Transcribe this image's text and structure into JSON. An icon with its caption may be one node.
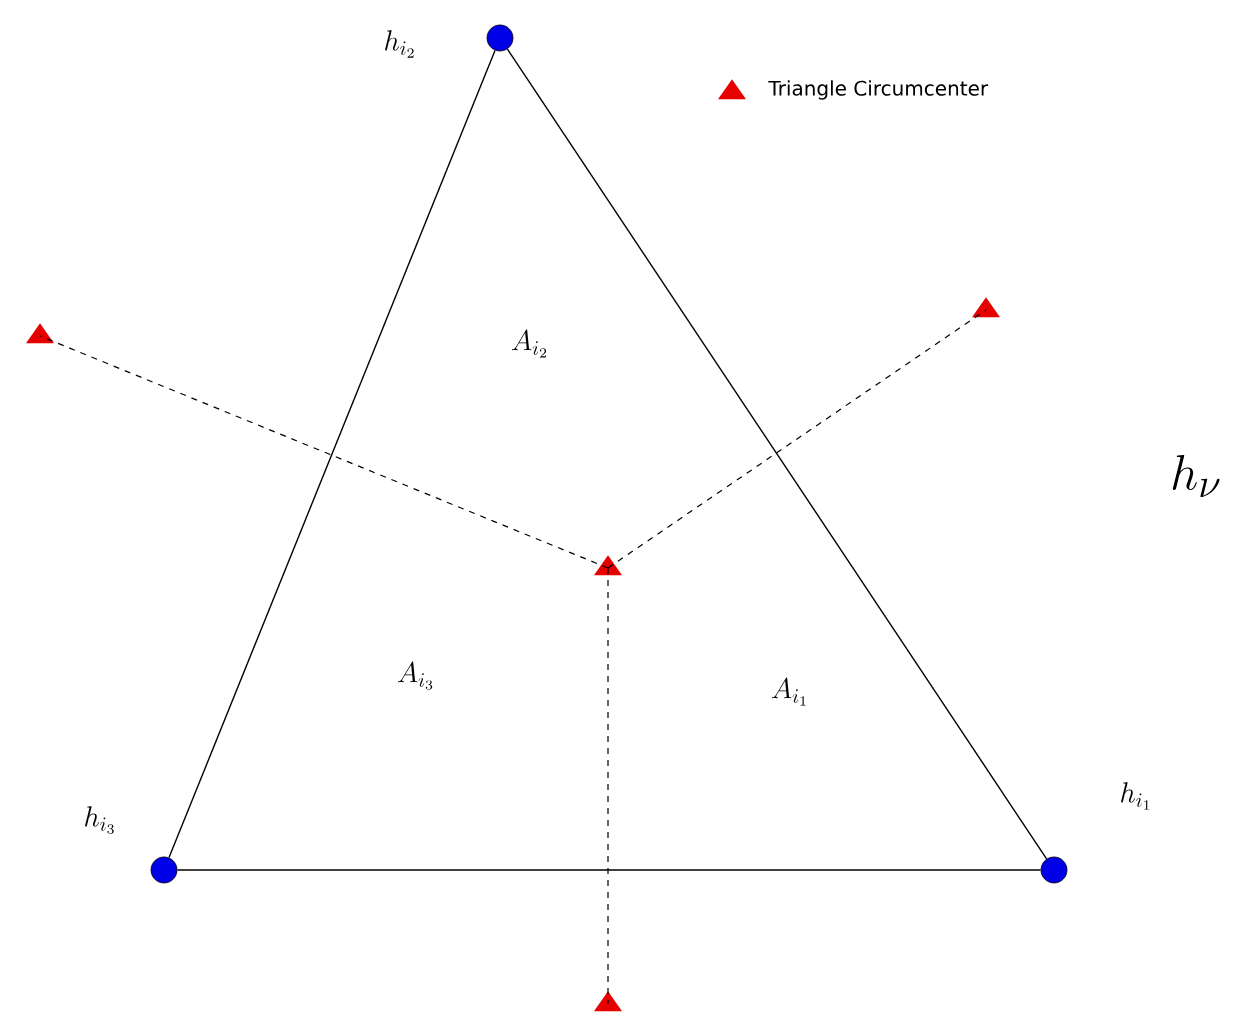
{
  "diagram": {
    "nodes": [
      {
        "text": [],
        "shape": "circle",
        "beside": [
          "h_{i_2}"
        ]
      },
      {
        "text": [],
        "shape": "circle",
        "beside": [
          "h_{i_3}"
        ]
      },
      {
        "text": [],
        "shape": "circle",
        "beside": [
          "h_{i_1}"
        ]
      },
      {
        "text": [],
        "shape": "triangle"
      },
      {
        "text": [],
        "shape": "triangle"
      },
      {
        "text": [],
        "shape": "triangle"
      },
      {
        "text": [],
        "shape": "triangle"
      }
    ],
    "edges": [
      {
        "from": 0,
        "to": 1,
        "arrow": "none"
      },
      {
        "from": 1,
        "to": 2,
        "arrow": "none"
      },
      {
        "from": 2,
        "to": 0,
        "arrow": "none"
      },
      {
        "from": 3,
        "to": 4,
        "arrow": "none",
        "style": "dashed"
      },
      {
        "from": 3,
        "to": 5,
        "arrow": "none",
        "style": "dashed"
      },
      {
        "from": 3,
        "to": 6,
        "arrow": "none",
        "style": "dashed"
      }
    ],
    "labels": [
      "A_{i_2}",
      "h_\\nu",
      "A_{i_3}",
      "A_{i_1}"
    ],
    "legend": [
      {
        "text": "Triangle Circumcenter"
      }
    ]
  }
}
